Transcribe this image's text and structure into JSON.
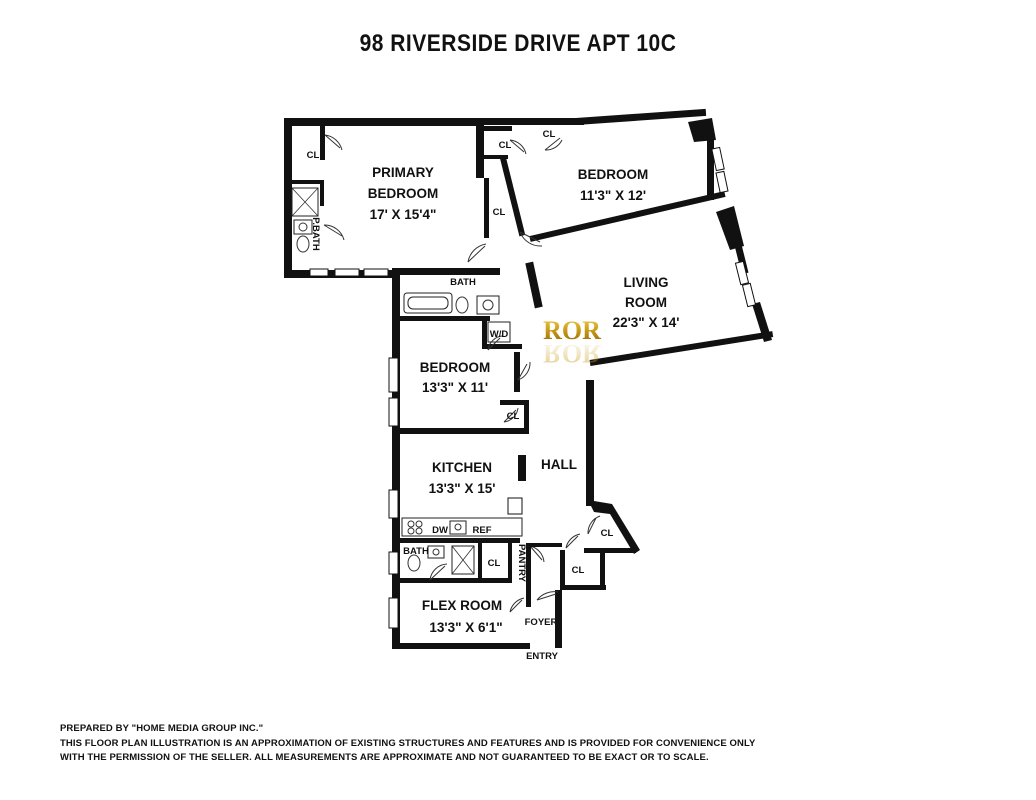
{
  "title": "98 RIVERSIDE DRIVE APT 10C",
  "rooms": {
    "primary_bedroom": {
      "l1": "PRIMARY",
      "l2": "BEDROOM",
      "dims": "17' X 15'4\""
    },
    "bedroom_1": {
      "name": "BEDROOM",
      "dims": "11'3\" X 12'"
    },
    "living_room": {
      "l1": "LIVING",
      "l2": "ROOM",
      "dims": "22'3\" X 14'"
    },
    "bedroom_2": {
      "name": "BEDROOM",
      "dims": "13'3\" X 11'"
    },
    "kitchen": {
      "name": "KITCHEN",
      "dims": "13'3\" X 15'"
    },
    "hall": {
      "name": "HALL"
    },
    "flex_room": {
      "name": "FLEX ROOM",
      "dims": "13'3\" X 6'1\""
    }
  },
  "small_labels": {
    "cl": "CL",
    "pbath": "P.BATH",
    "bath": "BATH",
    "wd": "W/D",
    "dw": "DW",
    "ref": "REF",
    "pantry": "PANTRY",
    "foyer": "FOYER",
    "entry": "ENTRY"
  },
  "watermark": "ROR",
  "footer": {
    "line1": "PREPARED BY \"HOME MEDIA GROUP INC.\"",
    "line2": "THIS FLOOR PLAN ILLUSTRATION IS AN APPROXIMATION OF EXISTING STRUCTURES AND FEATURES AND IS PROVIDED FOR CONVENIENCE ONLY",
    "line3": "WITH THE PERMISSION OF THE SELLER. ALL MEASUREMENTS ARE APPROXIMATE AND NOT GUARANTEED TO BE EXACT OR TO SCALE."
  },
  "colors": {
    "wall": "#111111",
    "watermark_gold": "#c99a16"
  }
}
